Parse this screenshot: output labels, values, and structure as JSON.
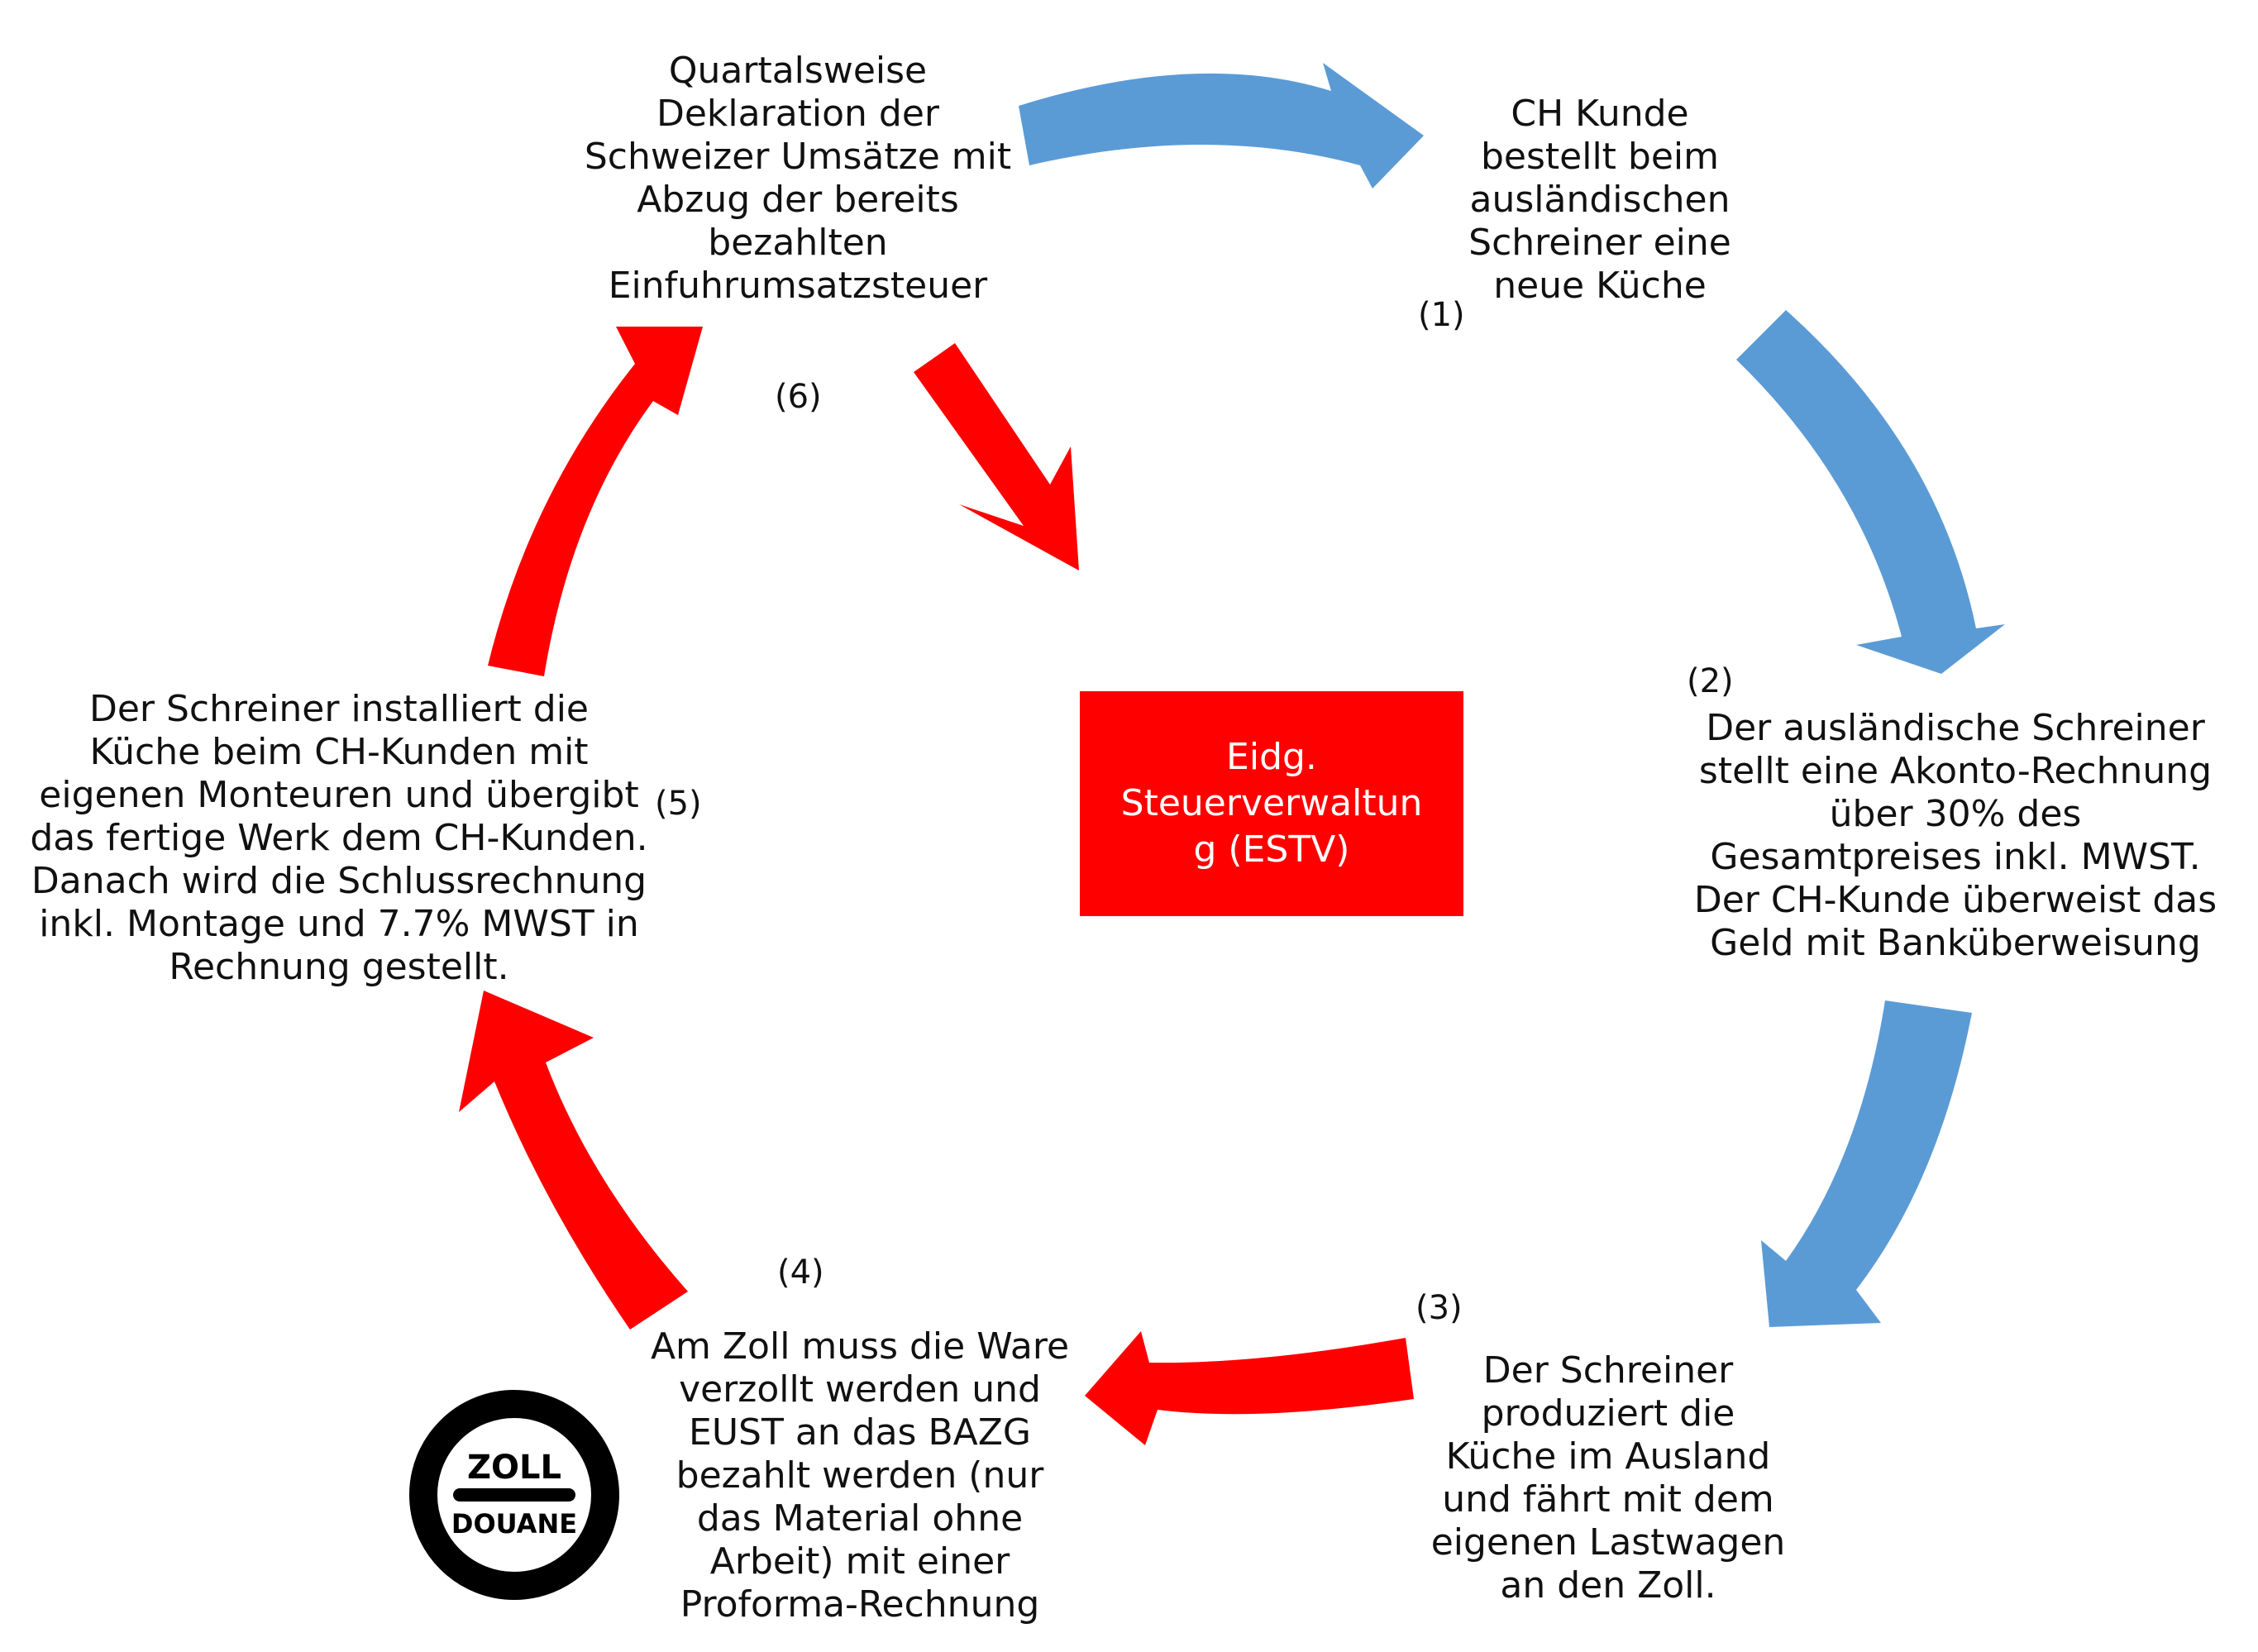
{
  "colors": {
    "blue_arrow": "#5b9bd5",
    "red_arrow": "#ff0000",
    "box_fill": "#ff0000",
    "box_text": "#ffffff"
  },
  "center": {
    "text": "Eidg.\nSteuerverwaltun\ng (ESTV)"
  },
  "steps": [
    {
      "number": "(1)",
      "text": "CH Kunde\nbestellt beim\nausländischen\nSchreiner eine\nneue Küche"
    },
    {
      "number": "(2)",
      "text": "Der ausländische Schreiner\nstellt eine Akonto-Rechnung\nüber 30% des\nGesamtpreises inkl. MWST.\nDer CH-Kunde überweist das\nGeld mit Banküberweisung"
    },
    {
      "number": "(3)",
      "text": "Der Schreiner\nproduziert die\nKüche im Ausland\nund fährt mit dem\neigenen Lastwagen\nan den Zoll."
    },
    {
      "number": "(4)",
      "text": "Am Zoll muss die Ware\nverzollt werden und\nEUST an das BAZG\nbezahlt werden (nur\ndas Material ohne\nArbeit) mit einer\nProforma-Rechnung"
    },
    {
      "number": "(5)",
      "text": "Der Schreiner installiert die\nKüche beim CH-Kunden mit\neigenen Monteuren und übergibt\ndas fertige Werk dem CH-Kunden.\nDanach wird die Schlussrechnung\ninkl. Montage und 7.7% MWST in\nRechnung gestellt."
    },
    {
      "number": "(6)",
      "text": "Quartalsweise\nDeklaration der\nSchweizer Umsätze mit\nAbzug der bereits\nbezahlten\nEinfuhrumsatzsteuer"
    }
  ],
  "zoll_sign": {
    "top_label": "ZOLL",
    "bottom_label": "DOUANE",
    "icon": "customs-sign-icon"
  }
}
